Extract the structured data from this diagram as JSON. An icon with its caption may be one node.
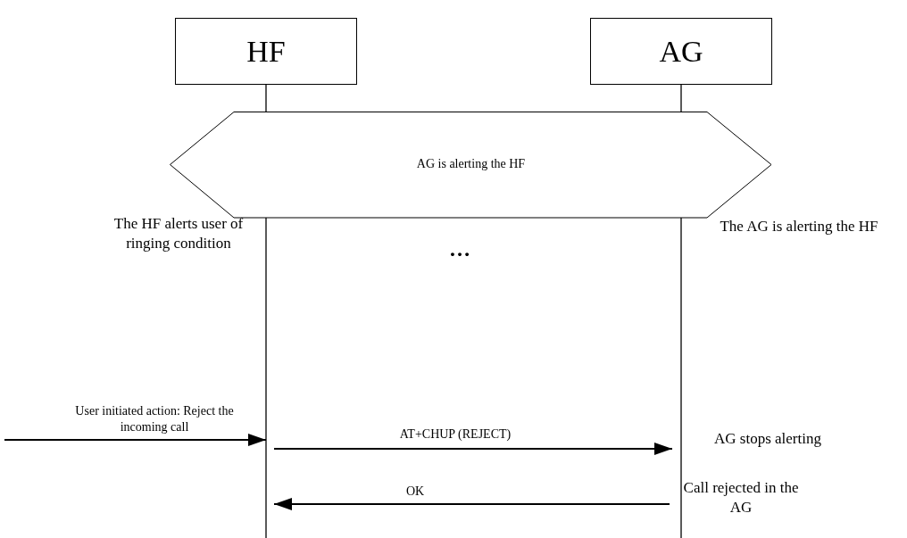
{
  "diagram": {
    "nodes": [
      {
        "text": [
          "HF"
        ]
      },
      {
        "text": [
          "AG"
        ]
      },
      {
        "text": [
          "AG is alerting the HF"
        ]
      }
    ],
    "edges": [
      {
        "from": null,
        "to": 0,
        "arrow": "to",
        "label": "User initiated action: Reject the incoming call"
      },
      {
        "from": 0,
        "to": 1,
        "arrow": "to",
        "label": "AT+CHUP (REJECT)"
      },
      {
        "from": 1,
        "to": 0,
        "arrow": "to",
        "label": "OK"
      }
    ],
    "labels": [
      "The HF alerts user of ringing condition",
      "The AG is alerting the HF",
      "…",
      "AG stops alerting",
      "Call rejected in the AG"
    ]
  }
}
